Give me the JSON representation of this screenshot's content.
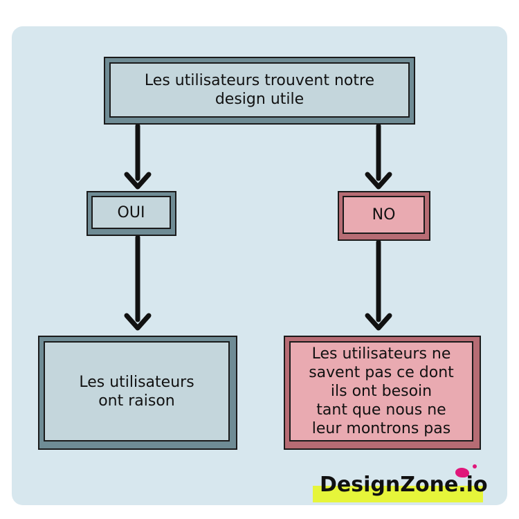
{
  "question": {
    "line1": "Les utilisateurs trouvent notre",
    "line2": "design utile"
  },
  "branches": {
    "yes": {
      "label": "OUI",
      "result": [
        "Les utilisateurs",
        "ont raison"
      ]
    },
    "no": {
      "label": "NO",
      "result": [
        "Les utilisateurs ne",
        "savent pas ce dont",
        "ils ont besoin",
        "tant que nous ne",
        "leur montrons pas"
      ]
    }
  },
  "logo": {
    "text": "DesignZone.io"
  },
  "colors": {
    "background": "#d7e7ee",
    "blue_box": "#c4d6dc",
    "red_box": "#e9aab1",
    "logo_highlight": "#e6f53a",
    "logo_splash": "#e0177a"
  }
}
